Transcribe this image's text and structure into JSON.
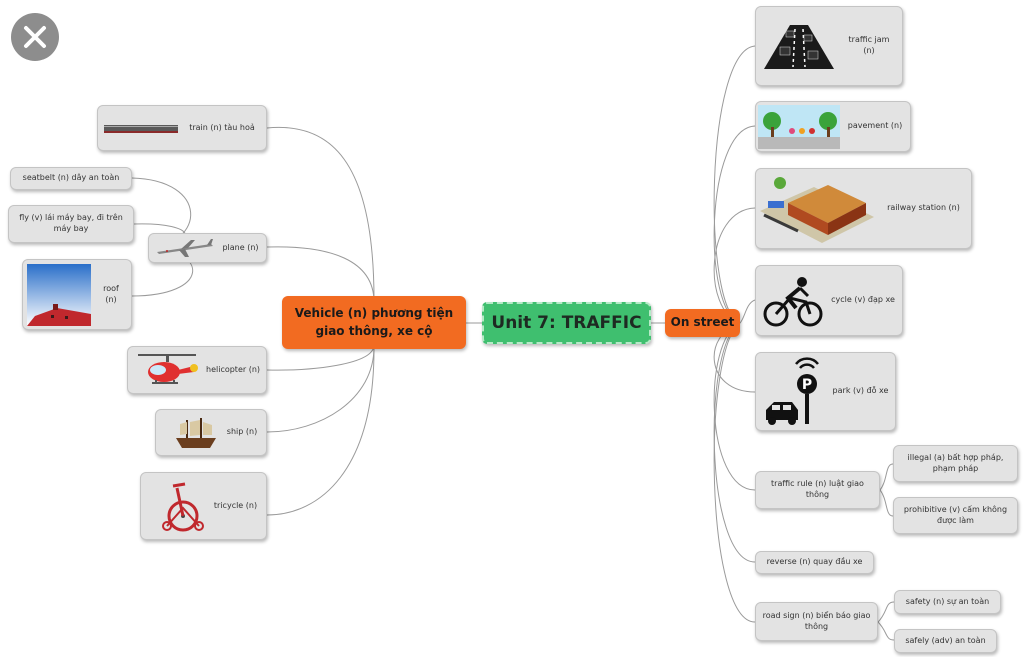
{
  "center": {
    "label": "Unit 7: TRAFFIC"
  },
  "left_branch": {
    "label": "Vehicle (n) phương tiện giao thông, xe cộ"
  },
  "right_branch": {
    "label": "On street"
  },
  "left_nodes": {
    "train": "train (n) tàu hoả",
    "seatbelt": "seatbelt (n) dây an toàn",
    "fly": "fly (v) lái máy bay, đi trên máy bay",
    "roof": "roof (n)",
    "plane": "plane (n)",
    "helicopter": "helicopter (n)",
    "ship": "ship (n)",
    "tricycle": "tricycle (n)"
  },
  "right_nodes": {
    "traffic_jam": "traffic jam (n)",
    "pavement": "pavement (n)",
    "railway_station": "railway station (n)",
    "cycle": "cycle (v) đạp xe",
    "park": "park (v) đỗ xe",
    "traffic_rule": "traffic rule (n) luật giao thông",
    "illegal": "illegal (a) bất hợp pháp, phạm pháp",
    "prohibitive": "prohibitive (v) cấm không được làm",
    "reverse": "reverse (n) quay đầu xe",
    "road_sign": "road sign (n) biển báo giao thông",
    "safety": "safety (n) sự an toàn",
    "safely": "safely (adv) an toàn"
  },
  "icons": {
    "close": "close-icon",
    "train": "train-icon",
    "roof": "roof-icon",
    "plane": "plane-icon",
    "helicopter": "helicopter-icon",
    "ship": "ship-icon",
    "tricycle": "tricycle-icon",
    "traffic_jam": "traffic-jam-icon",
    "pavement": "pavement-icon",
    "railway_station": "railway-station-icon",
    "cycle": "cyclist-icon",
    "park": "parking-icon"
  },
  "colors": {
    "center": "#3fbf6f",
    "branch": "#f26b21",
    "node": "#e3e3e3",
    "connector": "#9a9a9a",
    "close_button": "#8d8d8d"
  }
}
